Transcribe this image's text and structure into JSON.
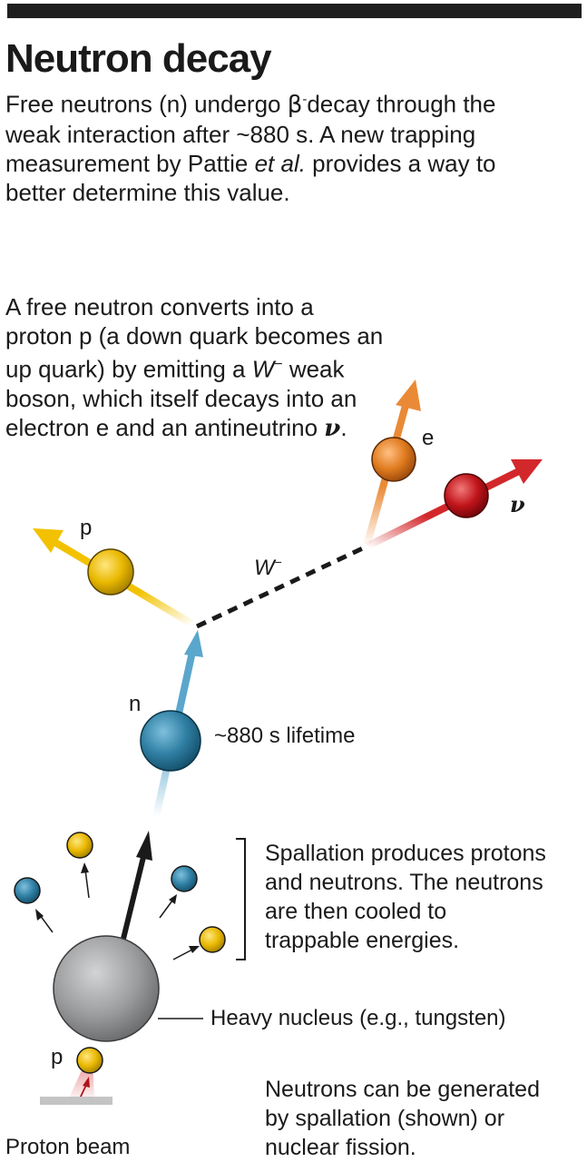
{
  "title": "Neutron decay",
  "intro": {
    "part1": "Free neutrons (n) undergo ",
    "beta": "β",
    "minus": "-",
    "part2": "decay through the weak interaction after ~880 s. A new trapping measurement by Pattie ",
    "etal": "et al.",
    "part3": " provides a way to better determine this value."
  },
  "step1": {
    "part1": "A free neutron converts into a proton p (a down quark becomes an up quark) by emitting a ",
    "w": "W",
    "wminus": "−",
    "part2": " weak boson, which itself decays into an electron e and an antineutrino ",
    "nu": "ν",
    "part3": "."
  },
  "labels": {
    "electron": "e",
    "antineutrino": "ν",
    "proton_top": "p",
    "wboson": "W",
    "wboson_minus": "−",
    "neutron": "n",
    "lifetime": "~880 s lifetime",
    "proton_beam_p": "p",
    "proton_beam": "Proton beam",
    "heavy_nucleus": "Heavy nucleus (e.g., tungsten)"
  },
  "notes": {
    "spallation": "Spallation produces protons and neutrons. The neutrons are then cooled to trappable energies.",
    "generation": "Neutrons can be generated by spallation (shown) or nuclear fission."
  },
  "colors": {
    "proton": "#e9b800",
    "neutron": "#2f7fa3",
    "electron": "#e07b1f",
    "antineutrino": "#c0141a",
    "nucleus": "#9a9b9d",
    "neutron_arrow": "#5ba6cd"
  }
}
